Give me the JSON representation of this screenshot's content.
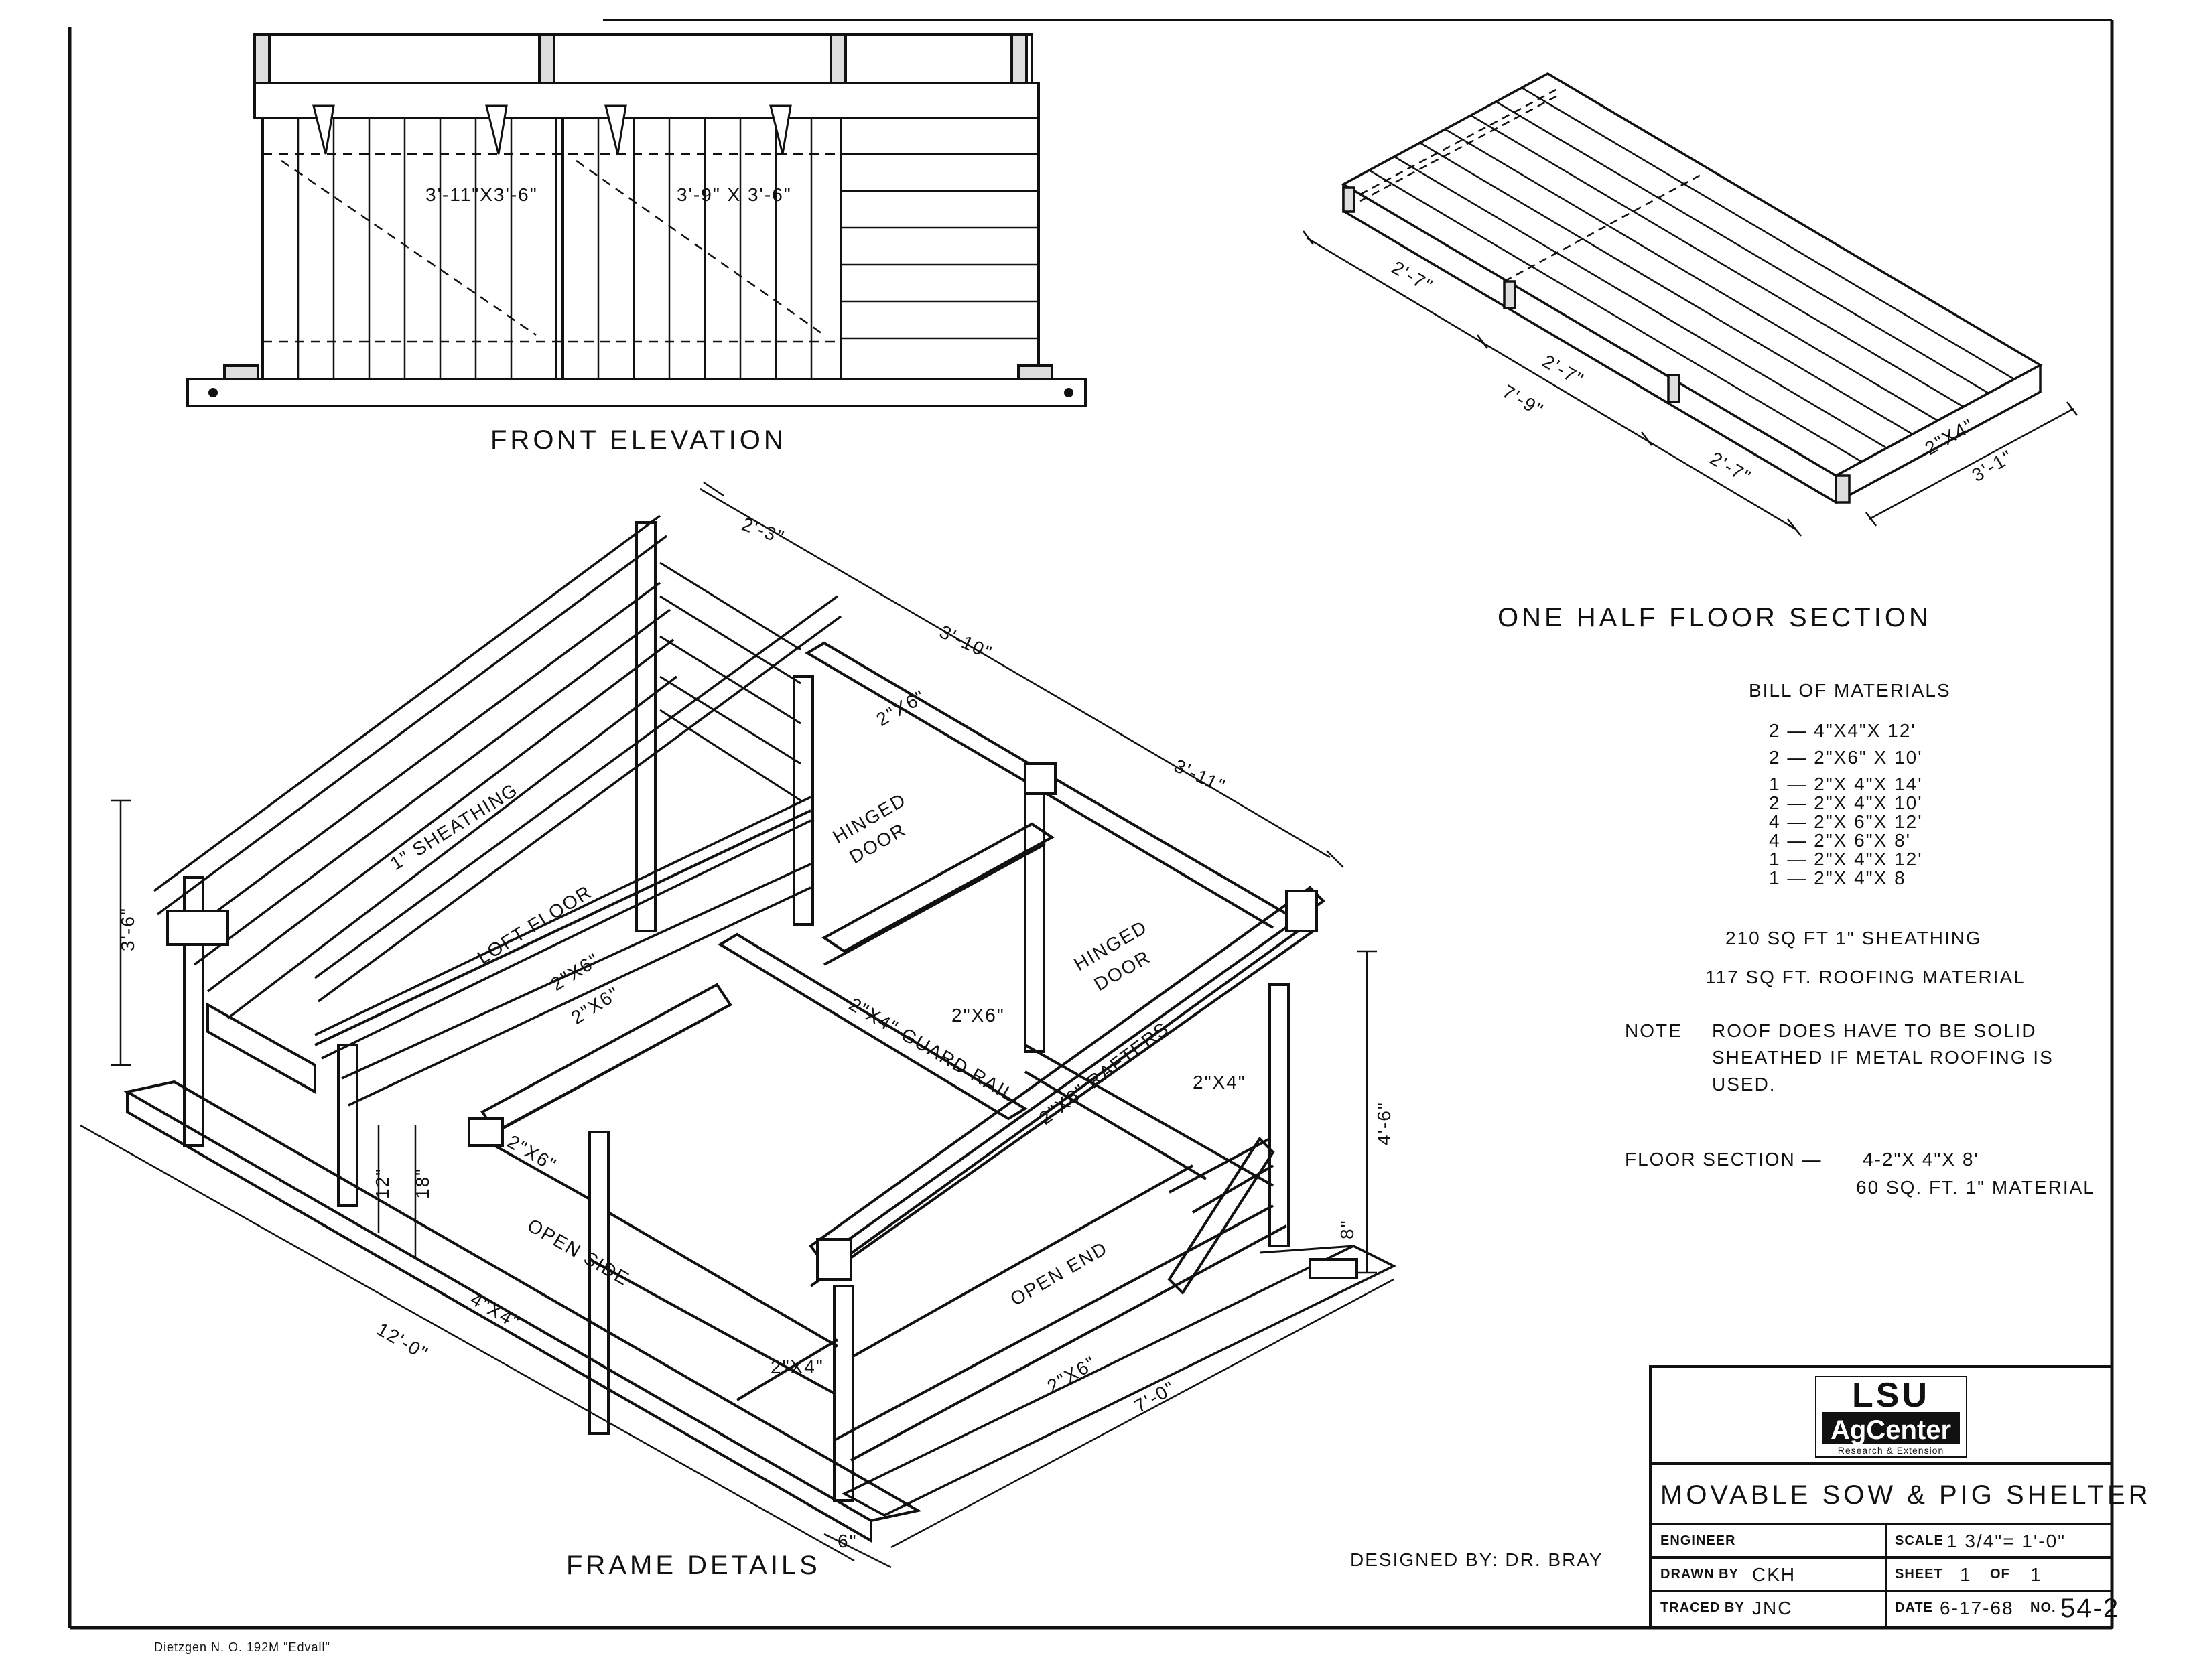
{
  "drawing": {
    "front_elevation": {
      "title": "FRONT ELEVATION",
      "door_left": "3'-11\"X3'-6\"",
      "door_right": "3'-9\" X 3'-6\""
    },
    "floor_section": {
      "title": "ONE HALF FLOOR SECTION",
      "dims": {
        "a": "2'-7\"",
        "b": "2'-7\"",
        "c": "7'-9\"",
        "d": "2'-7\"",
        "e": "2\"X4\"",
        "f": "3'-1\""
      }
    },
    "frame_details": {
      "title": "FRAME DETAILS",
      "labels": {
        "sheathing": "1\" SHEATHING",
        "loft_floor": "LOFT FLOOR",
        "loft_2x6_a": "2\"X6\"",
        "loft_2x6_b": "2\"X6\"",
        "hinged_door_1": "HINGED",
        "hinged_door_1b": "DOOR",
        "hinged_door_2": "HINGED",
        "hinged_door_2b": "DOOR",
        "top_2x6": "2\"X6\"",
        "guard_rail": "2\"X4\" GUARD RAIL",
        "guard_2x6": "2\"X6\"",
        "rafters": "2\"X6\" RAFTERS",
        "brace_2x4": "2\"X4\"",
        "left_2x6": "2\"X6\"",
        "open_side": "OPEN SIDE",
        "open_end": "OPEN END",
        "skid_4x4": "4\"X4\"",
        "base_2x4": "2\"X4\"",
        "end_2x6": "2\"X6\""
      },
      "dims": {
        "d_2_3": "2'-3\"",
        "d_3_10": "3'-10\"",
        "d_3_11": "3'-11\"",
        "d_3_6": "3'-6\"",
        "d_4_6": "4'-6\"",
        "d_12": "12\"",
        "d_18": "18\"",
        "d_8": "8\"",
        "d_12_0": "12'-0\"",
        "d_7_0": "7'-0\"",
        "d_6": "6\""
      }
    },
    "bill_of_materials": {
      "title": "BILL OF MATERIALS",
      "items": [
        "2 — 4\"X4\"X 12'",
        "2 — 2\"X6\" X 10'",
        "1 — 2\"X 4\"X 14'",
        "2 — 2\"X 4\"X 10'",
        "4 — 2\"X 6\"X 12'",
        "4 — 2\"X 6\"X 8'",
        "1 — 2\"X 4\"X 12'",
        "1 — 2\"X 4\"X 8"
      ],
      "sheathing": "210 SQ FT 1\" SHEATHING",
      "roofing": "117 SQ FT. ROOFING MATERIAL"
    },
    "note": {
      "label": "NOTE",
      "line1": "ROOF DOES HAVE TO BE SOLID",
      "line2": "SHEATHED IF METAL ROOFING IS",
      "line3": "USED."
    },
    "floor_section_spec": {
      "label": "FLOOR SECTION —",
      "line1": "4-2\"X 4\"X 8'",
      "line2": "60 SQ. FT. 1\" MATERIAL"
    },
    "designed_by": "DESIGNED BY: DR. BRAY",
    "footer_note": "Dietzgen N. O. 192M \"Edvall\"",
    "title_block": {
      "logo_top": "LSU",
      "logo_mid": "AgCenter",
      "logo_sub": "Research & Extension",
      "title": "MOVABLE SOW & PIG SHELTER",
      "engineer_label": "ENGINEER",
      "engineer": "",
      "scale_label": "SCALE",
      "scale": "1 3/4\"= 1'-0\"",
      "drawn_label": "DRAWN BY",
      "drawn": "CKH",
      "sheet_label": "SHEET",
      "sheet": "1",
      "of_label": "OF",
      "sheet_total": "1",
      "traced_label": "TRACED BY",
      "traced": "JNC",
      "date_label": "DATE",
      "date": "6-17-68",
      "no_label": "NO.",
      "number": "54-2"
    }
  }
}
